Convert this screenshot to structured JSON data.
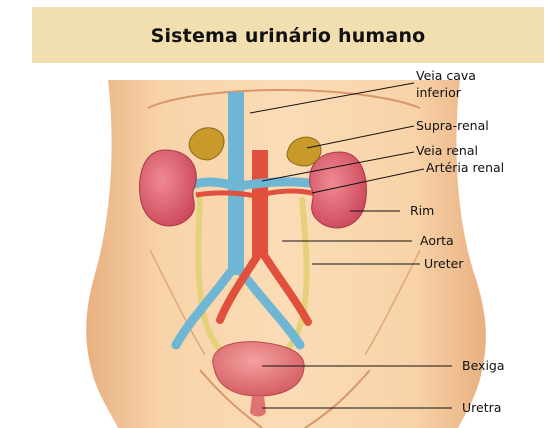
{
  "title": "Sistema urinário humano",
  "labels": {
    "veia_cava_line1": "Veia cava",
    "veia_cava_line2": "inferior",
    "supra_renal": "Supra-renal",
    "veia_renal": "Veia renal",
    "arteria_renal": "Artéria renal",
    "rim": "Rim",
    "aorta": "Aorta",
    "ureter": "Ureter",
    "bexiga": "Bexiga",
    "uretra": "Uretra"
  },
  "colors": {
    "title_background": "#f1dfb0",
    "skin": "#f7cfa2",
    "skin_shadow": "#e3a97c",
    "vein": "#6fb6d4",
    "artery": "#e0503d",
    "kidney": "#d9596a",
    "adrenal": "#c99a2a",
    "ureter": "#e3d27a",
    "bladder": "#e07272"
  }
}
